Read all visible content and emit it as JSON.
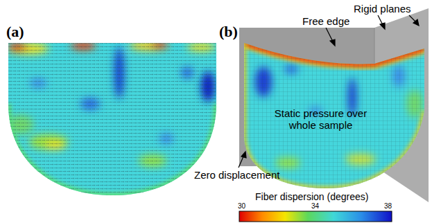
{
  "diagram": {
    "labels": [
      "(a)",
      "(b)",
      "Rigid planes",
      "Free edge",
      "Static pressure over whole sample",
      "Zero displacement",
      "Fiber dispersion (degrees)",
      "30",
      "34",
      "38"
    ]
  }
}
